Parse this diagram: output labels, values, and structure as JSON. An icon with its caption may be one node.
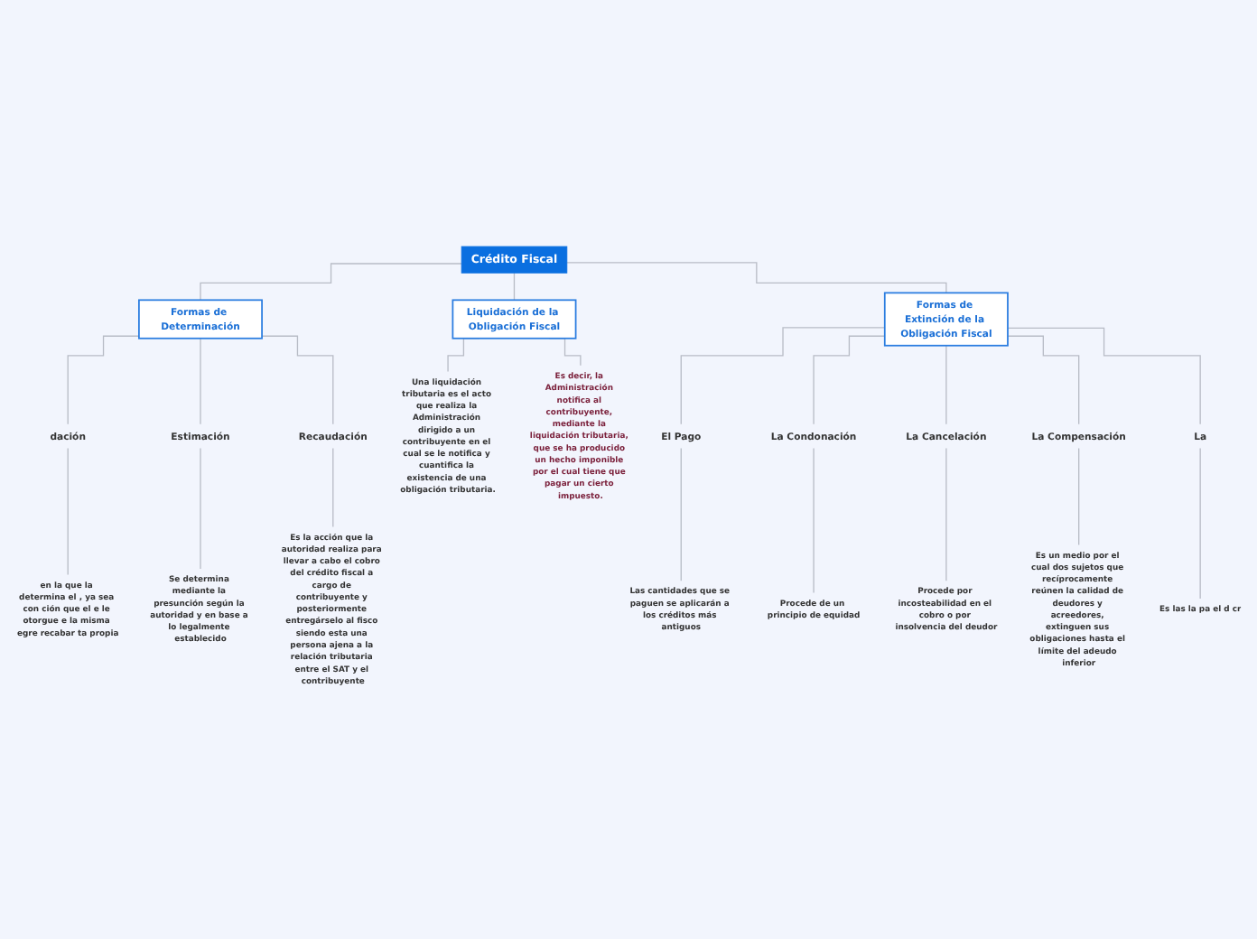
{
  "diagram": {
    "nodes": [
      {
        "text": [
          "Crédito Fiscal"
        ]
      },
      {
        "text": [
          "Formas de Determinación"
        ]
      },
      {
        "text": [
          "Liquidación de la Obligación Fiscal"
        ]
      },
      {
        "text": [
          "Formas de Extinción de la Obligación Fiscal"
        ]
      },
      {
        "text": [
          "dación"
        ]
      },
      {
        "text": [
          "Estimación"
        ]
      },
      {
        "text": [
          "Recaudación"
        ]
      },
      {
        "text": [
          "Una liquidación tributaria es el acto que realiza la Administración dirigido a un contribuyente en el cual se le notifica y cuantifica la existencia de una obligación tributaria."
        ]
      },
      {
        "text": [
          "Es decir, la Administración notifica al contribuyente, mediante la liquidación tributaria, que se ha producido un hecho imponible por el cual tiene que pagar un cierto impuesto."
        ]
      },
      {
        "text": [
          "El Pago"
        ]
      },
      {
        "text": [
          "La Condonación"
        ]
      },
      {
        "text": [
          "La Cancelación"
        ]
      },
      {
        "text": [
          "La Compensación"
        ]
      },
      {
        "text": [
          "La"
        ]
      },
      {
        "text": [
          "en la que la determina el , ya sea con ción que el e le otorgue e la misma egre recabar ta propia"
        ]
      },
      {
        "text": [
          "Se determina mediante la presunción según la autoridad y en base a lo legalmente establecido"
        ]
      },
      {
        "text": [
          "Es la acción que la autoridad realiza para llevar a cabo el cobro del crédito fiscal a cargo de contribuyente y posteriormente entregárselo al fisco siendo esta una persona ajena a la relación tributaria entre el SAT y el contribuyente"
        ]
      },
      {
        "text": [
          "Las cantidades que se paguen se aplicarán a los créditos más antiguos"
        ]
      },
      {
        "text": [
          "Procede de un principio de equidad"
        ]
      },
      {
        "text": [
          "Procede por incosteabilidad en el cobro o por insolvencia del deudor"
        ]
      },
      {
        "text": [
          "Es un medio por el cual dos sujetos que recíprocamente reúnen la calidad de deudores y acreedores, extinguen sus obligaciones hasta el límite del adeudo inferior"
        ]
      },
      {
        "text": [
          "Es las la pa el d cr"
        ]
      }
    ],
    "edges": [
      {
        "from": 0,
        "to": 1,
        "arrow": "none"
      },
      {
        "from": 0,
        "to": 2,
        "arrow": "none"
      },
      {
        "from": 0,
        "to": 3,
        "arrow": "none"
      },
      {
        "from": 1,
        "to": 4,
        "arrow": "none"
      },
      {
        "from": 1,
        "to": 5,
        "arrow": "none"
      },
      {
        "from": 1,
        "to": 6,
        "arrow": "none"
      },
      {
        "from": 2,
        "to": 7,
        "arrow": "none"
      },
      {
        "from": 2,
        "to": 8,
        "arrow": "none"
      },
      {
        "from": 3,
        "to": 9,
        "arrow": "none"
      },
      {
        "from": 3,
        "to": 10,
        "arrow": "none"
      },
      {
        "from": 3,
        "to": 11,
        "arrow": "none"
      },
      {
        "from": 3,
        "to": 12,
        "arrow": "none"
      },
      {
        "from": 3,
        "to": 13,
        "arrow": "none"
      },
      {
        "from": 4,
        "to": 14,
        "arrow": "none"
      },
      {
        "from": 5,
        "to": 15,
        "arrow": "none"
      },
      {
        "from": 6,
        "to": 16,
        "arrow": "none"
      },
      {
        "from": 9,
        "to": 17,
        "arrow": "none"
      },
      {
        "from": 10,
        "to": 18,
        "arrow": "none"
      },
      {
        "from": 11,
        "to": 19,
        "arrow": "none"
      },
      {
        "from": 12,
        "to": 20,
        "arrow": "none"
      },
      {
        "from": 13,
        "to": 21,
        "arrow": "none"
      }
    ]
  }
}
